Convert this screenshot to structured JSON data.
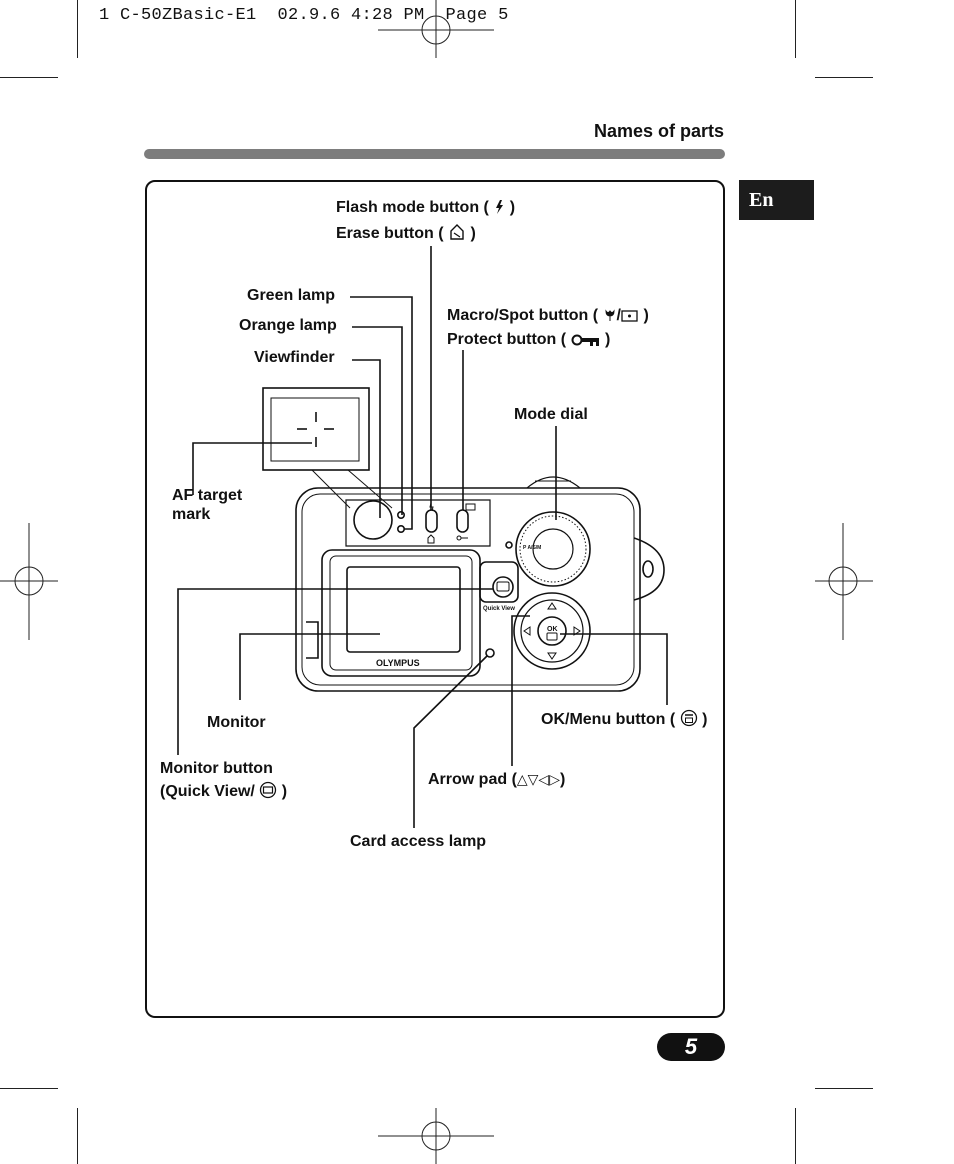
{
  "slug_text": "1 C-50ZBasic-E1  02.9.6 4:28 PM  Page 5",
  "section_title": "Names of parts",
  "language_tab": "En",
  "page_number": "5",
  "camera_logo": "OLYMPUS",
  "camera_printed": {
    "quick_view": "Quick View",
    "ok": "OK",
    "mode_pasm": "P A/S/M"
  },
  "labels": {
    "flash_mode": "Flash mode button (",
    "erase": "Erase button (",
    "green_lamp": "Green lamp",
    "orange_lamp": "Orange lamp",
    "viewfinder": "Viewfinder",
    "macro_spot": "Macro/Spot button (",
    "protect": "Protect button (",
    "mode_dial": "Mode dial",
    "af_target": "AF target",
    "af_target_2": "mark",
    "monitor": "Monitor",
    "monitor_button": "Monitor button",
    "monitor_button_2": "(Quick View/",
    "ok_menu": "OK/Menu button (",
    "arrow_pad": "Arrow pad (",
    "arrow_pad_symbols": "△▽◁▷",
    "card_access": "Card access lamp",
    "close_paren": ")",
    "slash": "/"
  },
  "icons": [
    "flash-icon",
    "erase-icon",
    "macro-icon",
    "spot-icon",
    "protect-key-icon",
    "monitor-icon",
    "ok-menu-icon"
  ]
}
